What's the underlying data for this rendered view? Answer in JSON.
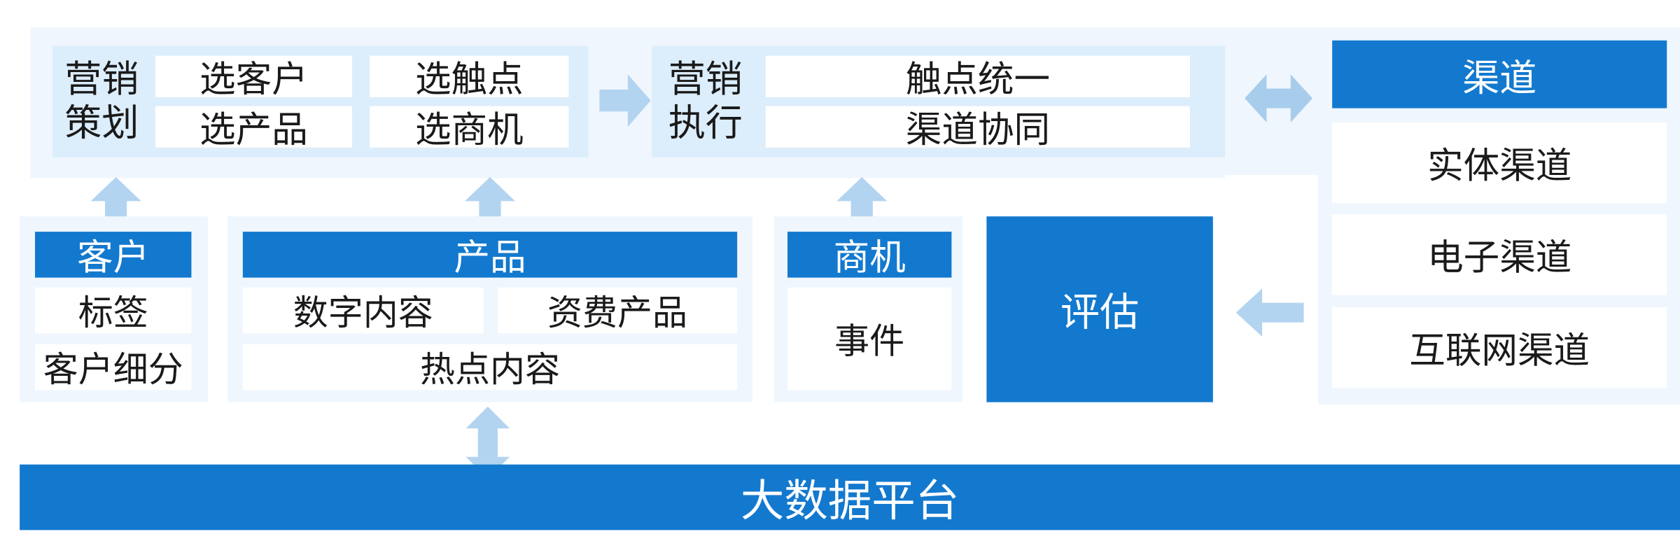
{
  "diagram": {
    "title_bottom_bar": "大数据平台",
    "marketing_planning": {
      "label": "营销\n策划",
      "label_line1": "营销",
      "label_line2": "策划",
      "items": [
        "选客户",
        "选触点",
        "选产品",
        "选商机"
      ]
    },
    "marketing_execution": {
      "label_line1": "营销",
      "label_line2": "执行",
      "items": [
        "触点统一",
        "渠道协同"
      ]
    },
    "channel": {
      "header": "渠道",
      "items": [
        "实体渠道",
        "电子渠道",
        "互联网渠道"
      ]
    },
    "customer": {
      "header": "客户",
      "items": [
        "标签",
        "客户细分"
      ]
    },
    "product": {
      "header": "产品",
      "items": [
        "数字内容",
        "资费产品",
        "热点内容"
      ]
    },
    "opportunity": {
      "header": "商机",
      "items": [
        "事件"
      ]
    },
    "evaluation": {
      "label": "评估"
    },
    "arrows": {
      "planning_to_execution": "arrow-right-icon",
      "execution_to_channel": "arrow-left-right-icon",
      "customer_up": "arrow-up-icon",
      "product_up": "arrow-up-icon",
      "opportunity_up": "arrow-up-icon",
      "channel_to_evaluation": "arrow-left-icon",
      "product_bigdata": "arrow-up-down-icon"
    },
    "colors": {
      "brand_blue": "#1379ce",
      "panel_outer": "#eff6fd",
      "panel_inner": "#dcedfb",
      "arrow_blue": "#b3d4f0",
      "white": "#ffffff",
      "text_dark": "#1a1a1a"
    }
  }
}
